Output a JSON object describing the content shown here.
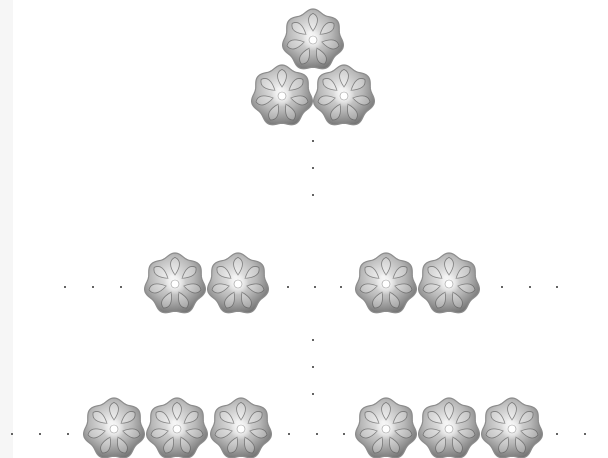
{
  "figure": {
    "gem_colors": {
      "body_light": "#f2f2f2",
      "body_mid": "#b8b8b8",
      "body_dark": "#6f6f6f",
      "outline": "#8c8c8c",
      "rib": "#5a5a5a",
      "center": "#ffffff",
      "dot": "#333333"
    },
    "groups": [
      {
        "name": "triangle-cluster",
        "count": 3
      },
      {
        "name": "pair-left",
        "count": 2
      },
      {
        "name": "pair-right",
        "count": 2
      },
      {
        "name": "triple-left",
        "count": 3
      },
      {
        "name": "triple-right",
        "count": 3
      }
    ]
  }
}
